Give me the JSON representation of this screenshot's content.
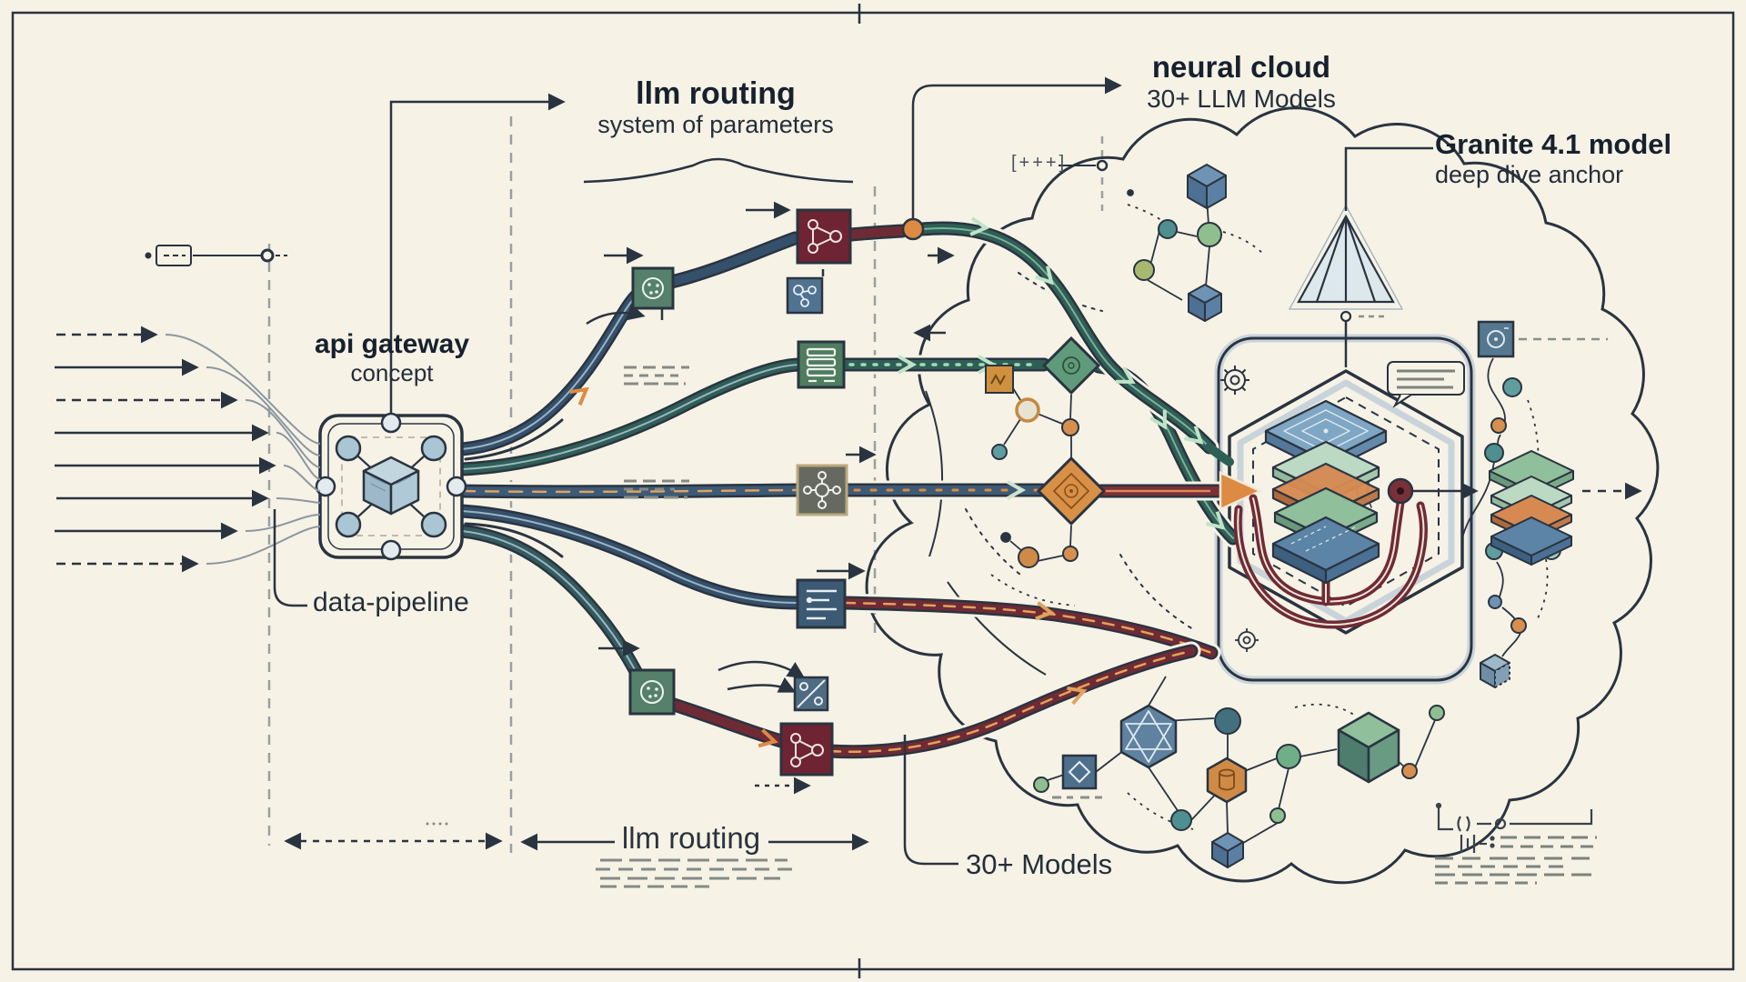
{
  "diagram": {
    "labels": {
      "routing_top": {
        "title": "llm routing",
        "subtitle": "system of parameters"
      },
      "neural_cloud": {
        "title": "neural cloud",
        "subtitle": "30+ LLM Models"
      },
      "granite": {
        "title": "Granite 4.1 model",
        "subtitle": "deep dive anchor"
      },
      "api_gateway": {
        "title": "api gateway",
        "subtitle": "concept"
      },
      "data_pipeline": {
        "label": "data-pipeline"
      },
      "routing_bottom": {
        "label": "llm routing"
      },
      "models_bottom": {
        "label": "30+ Models"
      },
      "plus_marker": {
        "label": "[+++]"
      }
    },
    "colors": {
      "background": "#f6f2e6",
      "ink": "#2a3440",
      "teal_pipe": "#2e5f55",
      "slate_pipe": "#34506b",
      "steel_pipe": "#3d5a77",
      "maroon_pipe": "#6f2b35",
      "red_pipe": "#7a3038",
      "orange_accent": "#dd8a42",
      "mint_accent": "#bfe3c8",
      "green_node": "#55806a",
      "gray_node": "#66695f",
      "light_blue": "#aac5d3"
    },
    "icons": {
      "gateway": "cube-network-icon",
      "router_nodes": [
        "circle-network-icon",
        "triangle-network-icon",
        "list-bars-icon",
        "atom-orbit-icon",
        "list-lines-icon",
        "molecule-icon",
        "slashed-network-icon"
      ],
      "cloud_items": [
        "cube-icon",
        "hexagram-icon",
        "cylinder-hex-icon",
        "diamond-icon",
        "gear-icon",
        "speech-bubble-icon",
        "layer-stack-icon",
        "pyramid-icon"
      ]
    }
  }
}
